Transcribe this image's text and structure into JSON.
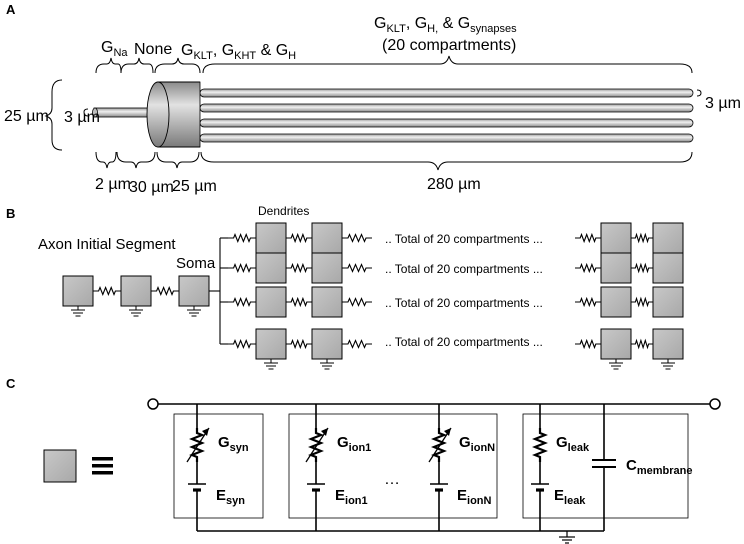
{
  "panels": {
    "a": {
      "label": "A"
    },
    "b": {
      "label": "B"
    },
    "c": {
      "label": "C"
    }
  },
  "panel_a": {
    "region_axon_initial": {
      "base": "G",
      "sub": "Na"
    },
    "region_axon": "None",
    "region_soma": "G_KLT, G_KHT & G_H",
    "region_dendrites_line1": "G_KLT, G_H, & G_synapses",
    "region_dendrites_line2": "(20 compartments)",
    "soma_diameter": "25 µm",
    "axon_diameter": "3 µm",
    "dendrite_diameter": "3 µm",
    "len_ais": "2 µm",
    "len_axon": "30 µm",
    "len_soma": "25 µm",
    "len_dendrites": "280 µm"
  },
  "panel_b": {
    "axon_label": "Axon Initial Segment",
    "soma_label": "Soma",
    "dendrites_label": "Dendrites",
    "total_text": ".. Total of 20 compartments ..."
  },
  "panel_c": {
    "g_syn": {
      "base": "G",
      "sub": "syn"
    },
    "e_syn": {
      "base": "E",
      "sub": "syn"
    },
    "g_ion1": {
      "base": "G",
      "sub": "ion1"
    },
    "e_ion1": {
      "base": "E",
      "sub": "ion1"
    },
    "ellipsis": "…",
    "g_ionN": {
      "base": "G",
      "sub": "ionN"
    },
    "e_ionN": {
      "base": "E",
      "sub": "ionN"
    },
    "g_leak": {
      "base": "G",
      "sub": "leak"
    },
    "e_leak": {
      "base": "E",
      "sub": "leak"
    },
    "c_membrane": {
      "base": "C",
      "sub": "membrane"
    },
    "equiv_symbol": "≡"
  }
}
